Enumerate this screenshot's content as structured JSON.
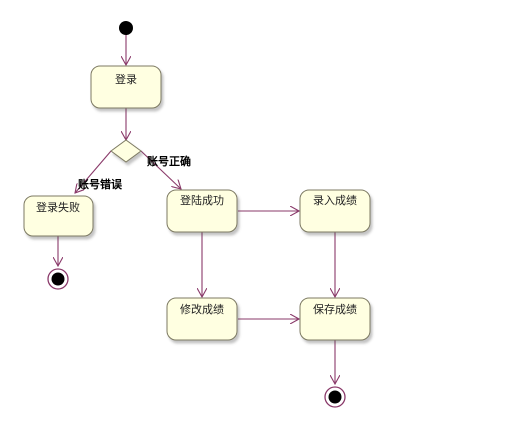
{
  "states": {
    "login": "登录",
    "login_fail": "登录失败",
    "login_success": "登陆成功",
    "enter_grades": "录入成绩",
    "modify_grades": "修改成绩",
    "save_grades": "保存成绩"
  },
  "guards": {
    "account_error": "账号错误",
    "account_correct": "账号正确"
  },
  "colors": {
    "node_fill": "#ffffe1",
    "node_border": "#7d7a63",
    "edge": "#8a3a6a",
    "initial": "#000000"
  }
}
